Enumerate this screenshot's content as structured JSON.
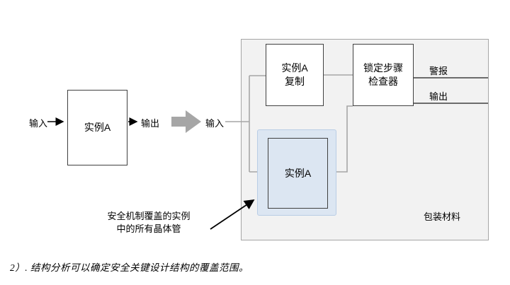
{
  "left_diagram": {
    "input_label": "输入",
    "instance_box": "实例A",
    "output_label": "输出"
  },
  "wrapper_diagram": {
    "input_label": "输入",
    "copy_box_line1": "实例A",
    "copy_box_line2": "复制",
    "checker_line1": "锁定步骤",
    "checker_line2": "检查器",
    "alarm_label": "警报",
    "output_label": "输出",
    "instance_box": "实例A",
    "wrapper_label": "包装材料"
  },
  "annotation": {
    "line1": "安全机制覆盖的实例",
    "line2": "中的所有晶体管"
  },
  "caption": "2）. 结构分析可以确定安全关键设计结构的覆盖范围。",
  "colors": {
    "container_fill": "#f2f2f2",
    "container_border": "#a6a6a6",
    "box_border": "#404040",
    "connector": "#a6a6a6",
    "io_line": "#404040",
    "highlight_fill": "#dce6f2",
    "highlight_border": "#b9cde5",
    "block_arrow": "#a6a6a6",
    "arrow_black": "#000000"
  }
}
